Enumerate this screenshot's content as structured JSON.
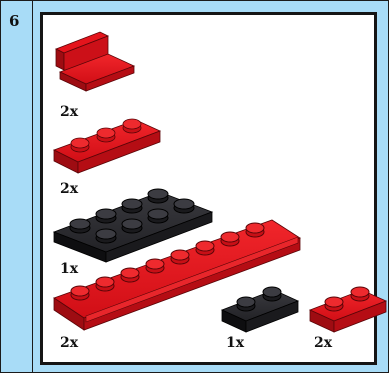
{
  "step": {
    "number": "6"
  },
  "parts": [
    {
      "id": "bracket",
      "color": "red",
      "quantity": "2x"
    },
    {
      "id": "plate-1x3",
      "color": "red",
      "quantity": "2x"
    },
    {
      "id": "plate-2x4",
      "color": "black",
      "quantity": "1x"
    },
    {
      "id": "plate-1x8-rail",
      "color": "red",
      "quantity": "2x"
    },
    {
      "id": "plate-1x2-black",
      "color": "black",
      "quantity": "1x"
    },
    {
      "id": "plate-1x2-red",
      "color": "red",
      "quantity": "2x"
    }
  ],
  "colors": {
    "background": "#a8dcf7",
    "panel": "#ffffff",
    "red_top": "#e4141c",
    "red_side": "#9e0c12",
    "black_top": "#2f2f33",
    "black_side": "#0e0e10"
  }
}
